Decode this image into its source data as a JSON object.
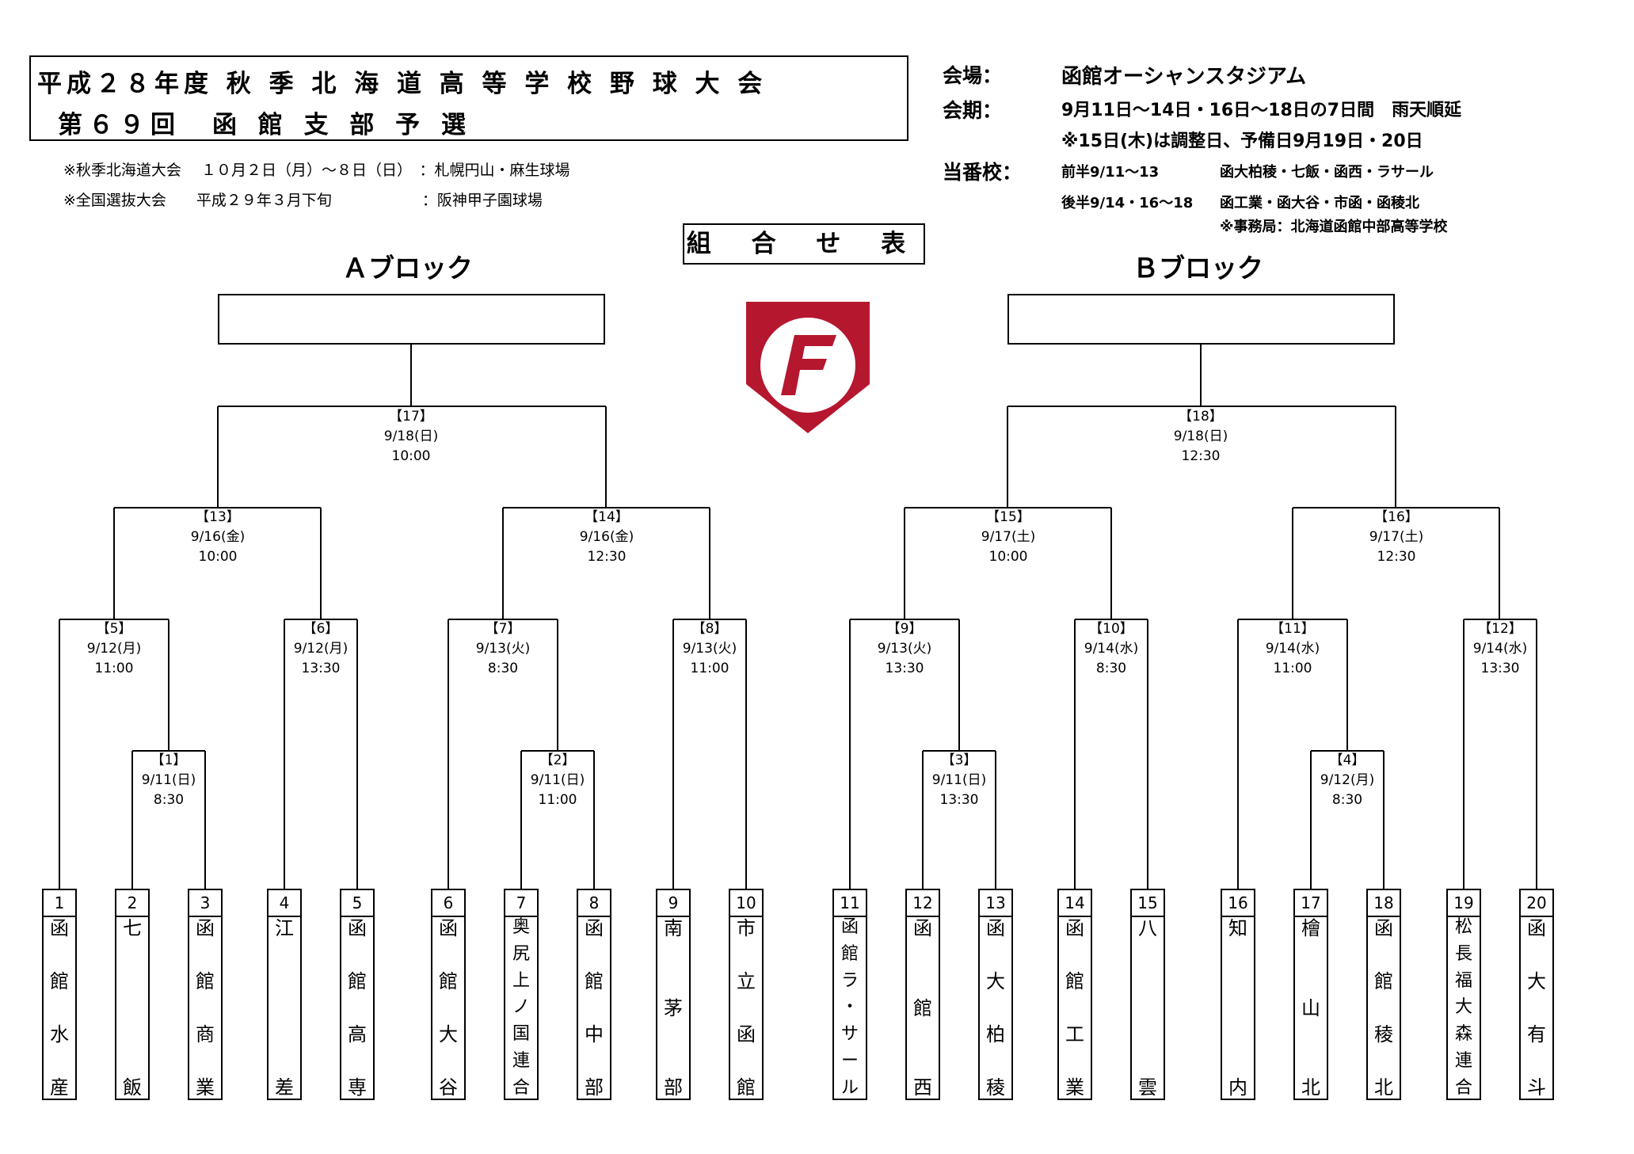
{
  "header": {
    "title_line1": "平成２８年度 秋 季 北 海 道 高 等 学 校 野 球 大 会",
    "title_line2": "第６９回　函 館 支 部 予 選",
    "note1": "※秋季北海道大会　 １０月２日（月）～８日（日）　：札幌円山・麻生球場",
    "note2": "※全国選抜大会　　平成２９年３月下旬　　　　　　：阪神甲子園球場"
  },
  "info": {
    "venue_label": "会場：",
    "venue": "函館オーシャンスタジアム",
    "period_label": "会期：",
    "period": "9月11日～14日・16日～18日の7日間　雨天順延",
    "period_note": "※15日(木)は調整日、予備日9月19日・20日",
    "duty_label": "当番校：",
    "duty1_period": "前半9/11～13",
    "duty1_schools": "函大柏稜・七飯・函西・ラサール",
    "duty2_period": "後半9/14・16～18",
    "duty2_schools": "函工業・函大谷・市函・函稜北",
    "office": "※事務局：北海道函館中部高等学校"
  },
  "chart_title": "組 合 せ 表",
  "blocks": {
    "a": "Ａブロック",
    "b": "Ｂブロック"
  },
  "matches": [
    {
      "id": "m1",
      "no": "【1】",
      "date": "9/11(日)",
      "time": "8:30"
    },
    {
      "id": "m2",
      "no": "【2】",
      "date": "9/11(日)",
      "time": "11:00"
    },
    {
      "id": "m3",
      "no": "【3】",
      "date": "9/11(日)",
      "time": "13:30"
    },
    {
      "id": "m4",
      "no": "【4】",
      "date": "9/12(月)",
      "time": "8:30"
    },
    {
      "id": "m5",
      "no": "【5】",
      "date": "9/12(月)",
      "time": "11:00"
    },
    {
      "id": "m6",
      "no": "【6】",
      "date": "9/12(月)",
      "time": "13:30"
    },
    {
      "id": "m7",
      "no": "【7】",
      "date": "9/13(火)",
      "time": "8:30"
    },
    {
      "id": "m8",
      "no": "【8】",
      "date": "9/13(火)",
      "time": "11:00"
    },
    {
      "id": "m9",
      "no": "【9】",
      "date": "9/13(火)",
      "time": "13:30"
    },
    {
      "id": "m10",
      "no": "【10】",
      "date": "9/14(水)",
      "time": "8:30"
    },
    {
      "id": "m11",
      "no": "【11】",
      "date": "9/14(水)",
      "time": "11:00"
    },
    {
      "id": "m12",
      "no": "【12】",
      "date": "9/14(水)",
      "time": "13:30"
    },
    {
      "id": "m13",
      "no": "【13】",
      "date": "9/16(金)",
      "time": "10:00"
    },
    {
      "id": "m14",
      "no": "【14】",
      "date": "9/16(金)",
      "time": "12:30"
    },
    {
      "id": "m15",
      "no": "【15】",
      "date": "9/17(土)",
      "time": "10:00"
    },
    {
      "id": "m16",
      "no": "【16】",
      "date": "9/17(土)",
      "time": "12:30"
    },
    {
      "id": "m17",
      "no": "【17】",
      "date": "9/18(日)",
      "time": "10:00"
    },
    {
      "id": "m18",
      "no": "【18】",
      "date": "9/18(日)",
      "time": "12:30"
    }
  ],
  "teams": [
    {
      "no": "1",
      "name": [
        "函",
        "館",
        "水",
        "産"
      ]
    },
    {
      "no": "2",
      "name": [
        "七",
        "飯"
      ]
    },
    {
      "no": "3",
      "name": [
        "函",
        "館",
        "商",
        "業"
      ]
    },
    {
      "no": "4",
      "name": [
        "江",
        "差"
      ]
    },
    {
      "no": "5",
      "name": [
        "函",
        "館",
        "高",
        "専"
      ]
    },
    {
      "no": "6",
      "name": [
        "函",
        "館",
        "大",
        "谷"
      ]
    },
    {
      "no": "7",
      "name": [
        "奥",
        "尻",
        "上",
        "ノ",
        "国",
        "連",
        "合"
      ]
    },
    {
      "no": "8",
      "name": [
        "函",
        "館",
        "中",
        "部"
      ]
    },
    {
      "no": "9",
      "name": [
        "南",
        "茅",
        "部"
      ]
    },
    {
      "no": "10",
      "name": [
        "市",
        "立",
        "函",
        "館"
      ]
    },
    {
      "no": "11",
      "name": [
        "函",
        "館",
        "ラ",
        "・",
        "サ",
        "ー",
        "ル"
      ]
    },
    {
      "no": "12",
      "name": [
        "函",
        "館",
        "西"
      ]
    },
    {
      "no": "13",
      "name": [
        "函",
        "大",
        "柏",
        "稜"
      ]
    },
    {
      "no": "14",
      "name": [
        "函",
        "館",
        "工",
        "業"
      ]
    },
    {
      "no": "15",
      "name": [
        "八",
        "雲"
      ]
    },
    {
      "no": "16",
      "name": [
        "知",
        "内"
      ]
    },
    {
      "no": "17",
      "name": [
        "檜",
        "山",
        "北"
      ]
    },
    {
      "no": "18",
      "name": [
        "函",
        "館",
        "稜",
        "北"
      ]
    },
    {
      "no": "19",
      "name": [
        "松",
        "長",
        "福",
        "大",
        "森",
        "連",
        "合"
      ]
    },
    {
      "no": "20",
      "name": [
        "函",
        "大",
        "有",
        "斗"
      ]
    }
  ],
  "colors": {
    "logo": "#b5172f"
  }
}
